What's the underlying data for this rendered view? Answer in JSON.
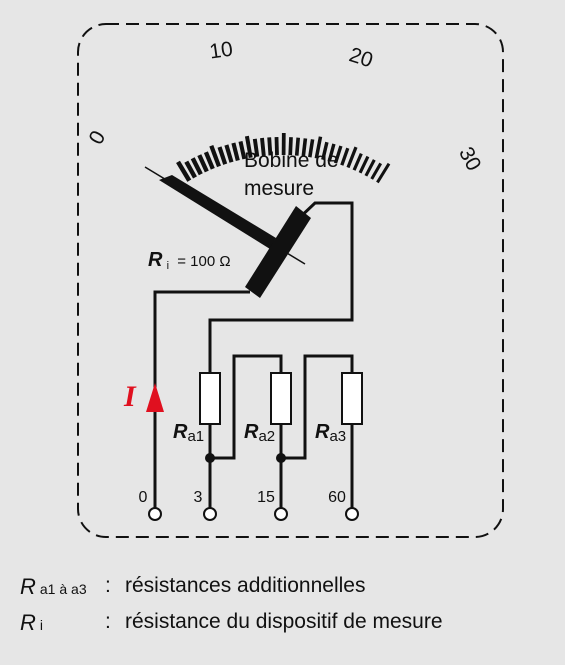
{
  "scale": {
    "labels": [
      "0",
      "10",
      "20",
      "30"
    ]
  },
  "coil_label": [
    "Bobine de",
    "mesure"
  ],
  "internal_resistance": {
    "symbol": "R",
    "subscript": "i",
    "value": "= 100 Ω"
  },
  "current_symbol": "I",
  "resistors": [
    {
      "symbol": "R",
      "subscript": "a1"
    },
    {
      "symbol": "R",
      "subscript": "a2"
    },
    {
      "symbol": "R",
      "subscript": "a3"
    }
  ],
  "terminals": [
    "0",
    "3",
    "15",
    "60"
  ],
  "legend": [
    {
      "symbol": "R",
      "subscript": "a1 à a3",
      "colon": ":",
      "text": "résistances additionnelles"
    },
    {
      "symbol": "R",
      "subscript": "i",
      "colon": ":",
      "text": "résistance du dispositif de mesure"
    }
  ]
}
